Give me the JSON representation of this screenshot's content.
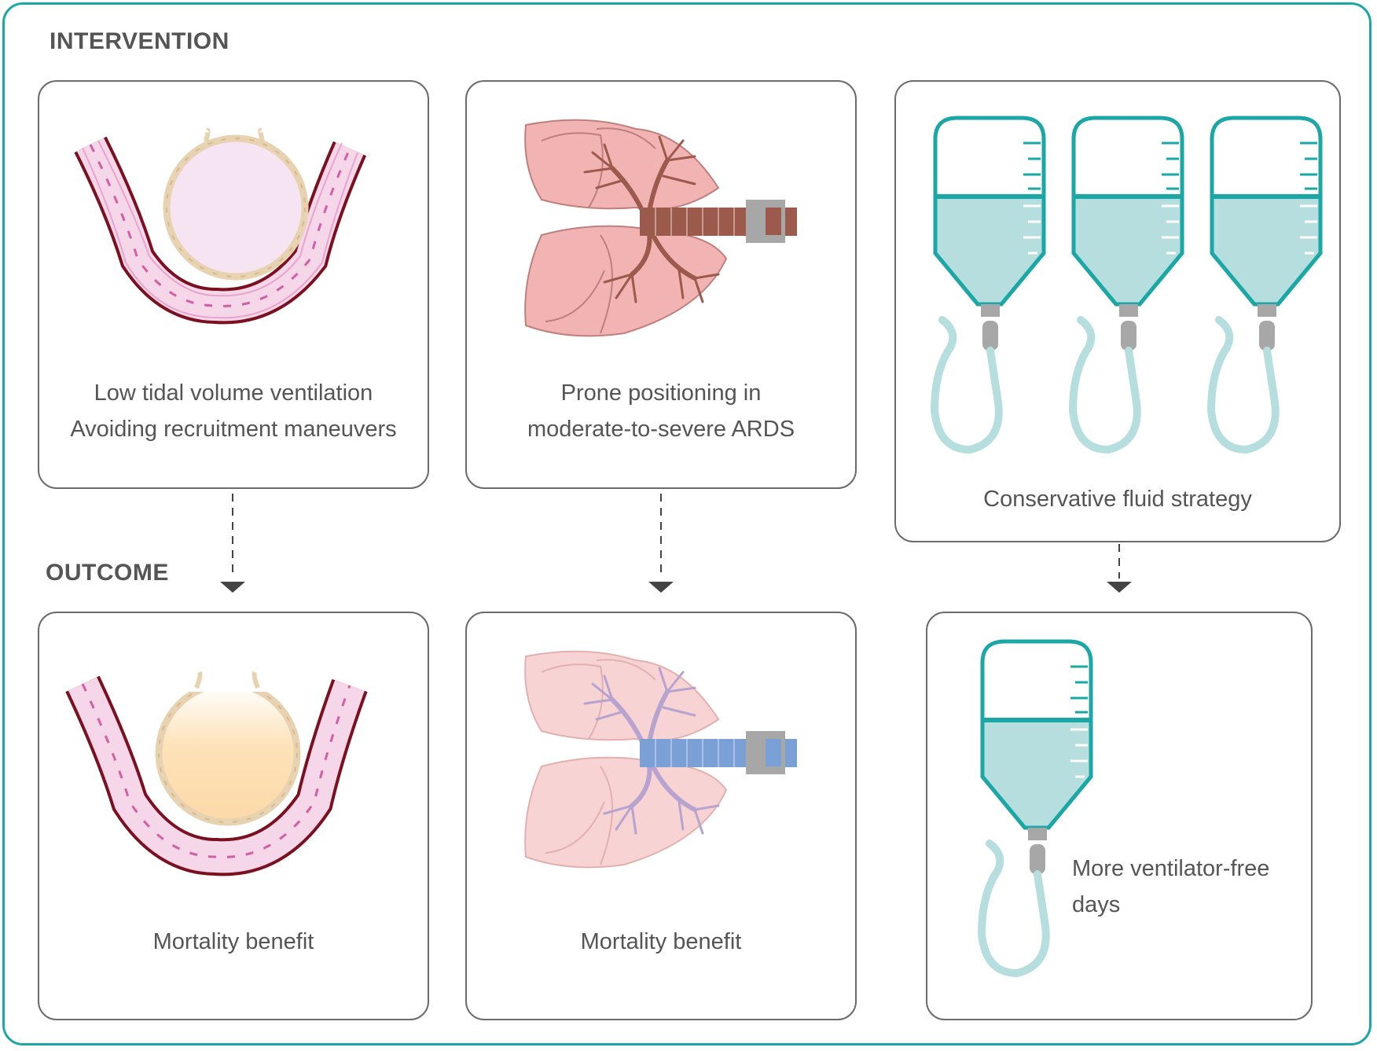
{
  "labels": {
    "intervention": "INTERVENTION",
    "outcome": "OUTCOME"
  },
  "interventions": [
    {
      "lines": [
        "Low tidal volume ventilation",
        "Avoiding recruitment maneuvers"
      ]
    },
    {
      "lines": [
        "Prone positioning in",
        "moderate-to-severe ARDS"
      ]
    },
    {
      "lines": [
        "Conservative fluid strategy"
      ]
    }
  ],
  "outcomes": [
    {
      "lines": [
        "Mortality benefit"
      ]
    },
    {
      "lines": [
        "Mortality benefit"
      ]
    },
    {
      "lines": [
        "More ventilator-free",
        "days"
      ]
    }
  ],
  "colors": {
    "frame": "#1aa7a5",
    "teal": "#1aa7a5",
    "fluid": "#b6dede",
    "vessel_dark": "#7a1020",
    "vessel_pink": "#f6d7ea",
    "lung": "#f2b3b3",
    "airway_brown": "#9b5a4c",
    "airway_blue": "#7ba0d6",
    "alveolus_fill": "#f7e4f2",
    "alveolus_fill_outcome": "#fcd9a8"
  }
}
